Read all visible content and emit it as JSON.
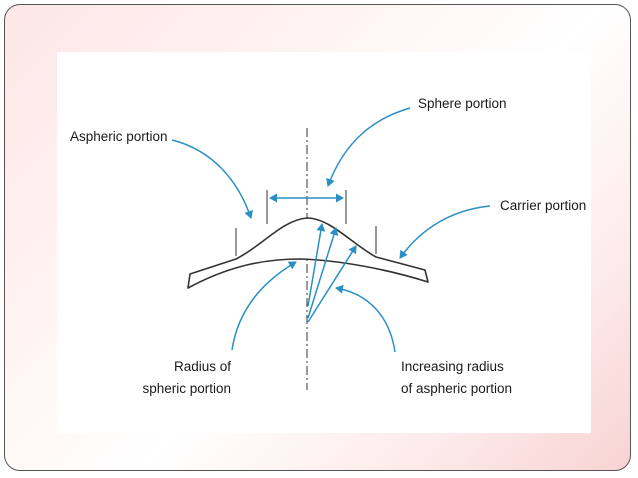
{
  "labels": {
    "sphere_portion": "Sphere portion",
    "aspheric_portion": "Aspheric portion",
    "carrier_portion": "Carrier portion",
    "radius_line1": "Radius of",
    "radius_line2": "spheric portion",
    "increasing_line1": "Increasing radius",
    "increasing_line2": "of aspheric portion"
  },
  "colors": {
    "arrow": "#2a8fc4",
    "outline": "#333333",
    "frame_gradient": "#f8d3d3"
  }
}
